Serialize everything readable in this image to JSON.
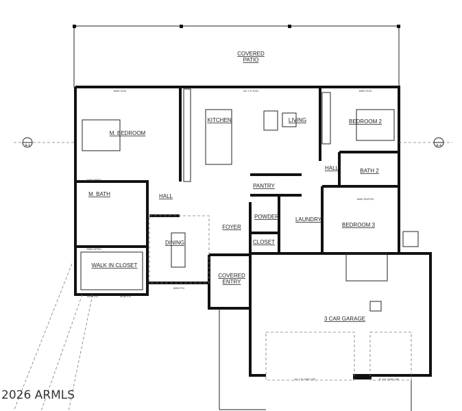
{
  "rooms": {
    "covered_patio": [
      "COVERED",
      "PATIO"
    ],
    "m_bedroom": "M. BEDROOM",
    "kitchen": "KITCHEN",
    "living": "LIVING",
    "bedroom_2": "BEDROOM 2",
    "bath_2": "BATH 2",
    "hall_right": "HALL",
    "hall_left": "HALL",
    "m_bath": "M. BATH",
    "pantry": "PANTRY",
    "powder": "POWDER",
    "laundry": "LAUNDRY",
    "bedroom_3": "BEDROOM 3",
    "foyer": "FOYER",
    "closet": "CLOSET",
    "dining": "DINING",
    "walk_in_closet": "WALK IN CLOSET",
    "covered_entry": [
      "COVERED",
      "ENTRY"
    ],
    "garage": "3 CAR GARAGE"
  },
  "openings": {
    "mbed_window": "8080 SGD",
    "living_door": "16' x 8' SGD",
    "bed2_window": "8080 SGD",
    "bed3_window": "6080 SH/FXD",
    "mbath_opening": "2680 OPNG",
    "closet_opening": "2680 OPNG",
    "dining_window": "8050 FIX",
    "closet_window_1": "4036 FIX",
    "closet_window_2": "4036 FIX",
    "garage_door_1": "16' X 8' GAR. DR.",
    "garage_door_2": "8' X 8' GAR. DR."
  },
  "section_markers": {
    "left": "A-4",
    "right": "A-4"
  },
  "watermark": "2026 ARMLS"
}
